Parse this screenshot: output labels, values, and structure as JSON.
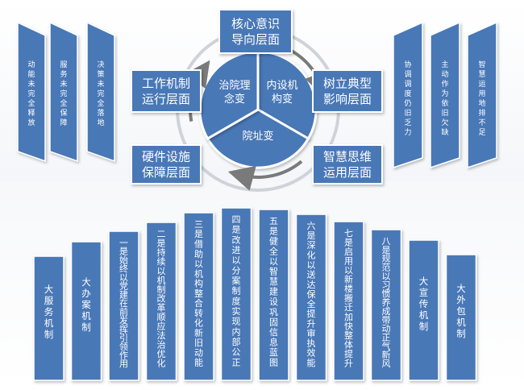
{
  "colors": {
    "box_fill": "#4a78b7",
    "box_stroke": "#ffffff",
    "ring": "#cfd3d9",
    "segment": "#4a78b7",
    "arrow": "#7a7a7a",
    "text": "#ffffff"
  },
  "center_sectors": {
    "left": "治院理念变",
    "right": "内设机构变",
    "bottom": "院址变"
  },
  "layer_boxes": {
    "top": "核心意识导向层面",
    "left_upper": "工作机制运行层面",
    "right_upper": "树立典型影响层面",
    "left_lower": "硬件设施保障层面",
    "right_lower": "智慧思维运用层面"
  },
  "left_banners": [
    "动能未完全释放",
    "服务未完全保障",
    "决策未完全落地"
  ],
  "right_banners": [
    "协调调度仍旧乏力",
    "主动作为依旧欠缺",
    "智慧运用地排不足"
  ],
  "bottom_banners": [
    "大服务机制",
    "大办案机制",
    "一是始终以党建在前发挥引领作用",
    "二是持续以机制改革顺应法治优化",
    "三是借助以机构整合转化新旧动能",
    "四是改进以分案制度实现内部公正",
    "五是健全以智慧建设巩固信息蓝图",
    "六是深化以送达保全提升审执效能",
    "七是启用以新楼搬迁加快整体提升",
    "八是规范以习惯养成带动正气新风",
    "大宣传机制",
    "大外包机制"
  ]
}
